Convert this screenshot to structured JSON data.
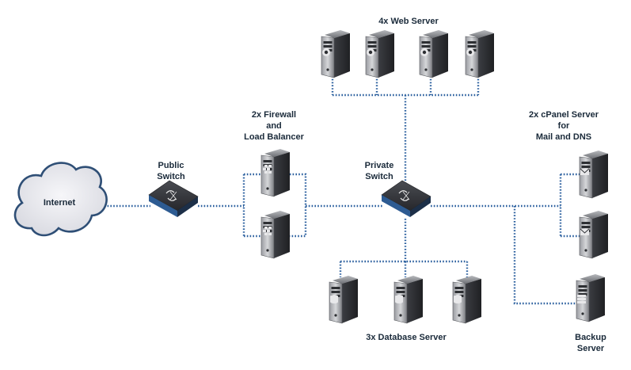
{
  "diagram": {
    "internet": {
      "label": "Internet",
      "icon": "cloud-icon"
    },
    "public_switch": {
      "label_lines": [
        "Public",
        "Switch"
      ],
      "icon": "switch-icon"
    },
    "firewall": {
      "label_lines": [
        "2x Firewall",
        "and",
        "Load Balancer"
      ],
      "icon": "firewall-server-icon"
    },
    "private_switch": {
      "label_lines": [
        "Private",
        "Switch"
      ],
      "icon": "switch-icon"
    },
    "web_servers": {
      "label": "4x Web Server",
      "icon": "web-server-icon"
    },
    "database_servers": {
      "label": "3x Database Server",
      "icon": "database-server-icon"
    },
    "cpanel_servers": {
      "label_lines": [
        "2x cPanel Server",
        "for",
        "Mail and DNS"
      ],
      "icon": "mail-server-icon"
    },
    "backup_server": {
      "label_lines": [
        "Backup",
        "Server"
      ],
      "icon": "backup-server-icon"
    },
    "colors": {
      "link": "#2a5f9e",
      "server_dark": "#2d2f33",
      "server_light": "#8f9196",
      "cloud_fill": "#e9e9ee",
      "cloud_stroke": "#2f4f76"
    }
  }
}
